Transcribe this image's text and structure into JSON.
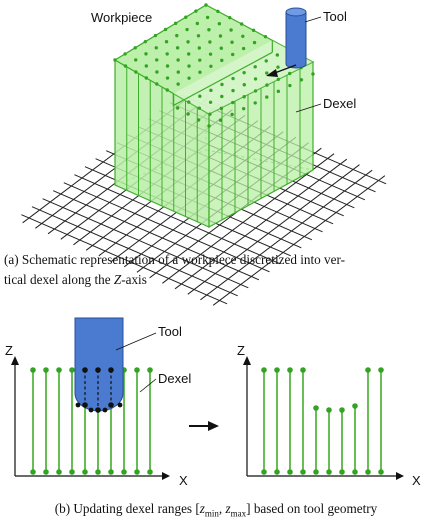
{
  "panel_a": {
    "labels": {
      "workpiece": "Workpiece",
      "tool": "Tool",
      "dexel": "Dexel"
    },
    "caption": {
      "line1": "(a) Schematic representation of a workpiece discretized into ver-",
      "line2_pre": "tical dexel along the ",
      "axis_var": "Z",
      "line2_post": "-axis"
    }
  },
  "panel_b": {
    "labels": {
      "tool": "Tool",
      "dexel": "Dexel"
    },
    "axes": {
      "z": "Z",
      "x": "X"
    },
    "caption": {
      "pre": "(b) Updating dexel ranges [",
      "z": "z",
      "min": "min",
      "sep": ", ",
      "max": "max",
      "post": "] based on tool geometry"
    }
  },
  "colors": {
    "dexel": "#3fae2a",
    "dexel_dot": "#34a324",
    "block_fill": "#b9efa6",
    "tool_fill": "#4a7bd0",
    "tool_stroke": "#2a4f95",
    "grid": "#222222"
  }
}
